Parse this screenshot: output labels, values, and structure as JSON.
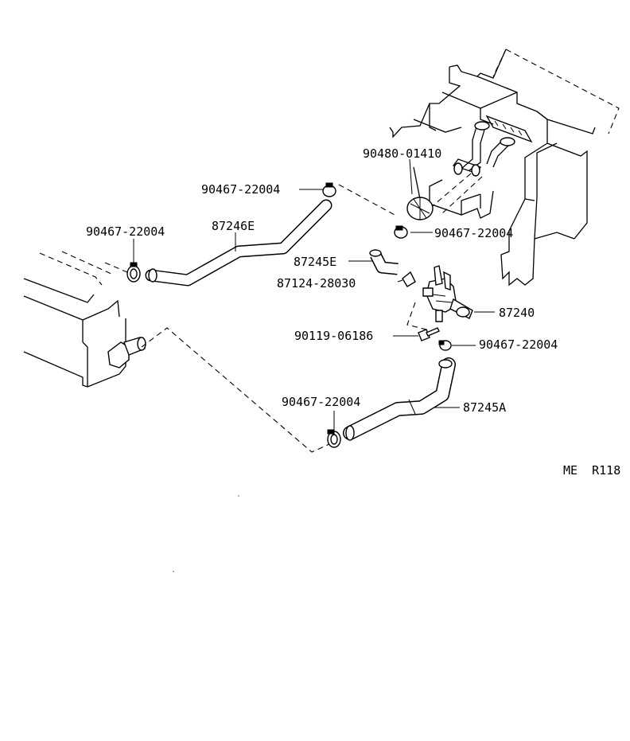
{
  "diagram": {
    "code": "ME  R118",
    "callouts": {
      "heater_unit_clamp_bolt": "90480-01410",
      "clamp_upper": "90467-22004",
      "clamp_left": "90467-22004",
      "hose_upper": "87246E",
      "clamp_valve_top": "90467-22004",
      "hose_short": "87245E",
      "clamp_small": "87124-28030",
      "water_valve": "87240",
      "bolt": "90119-06186",
      "clamp_valve_bottom": "90467-22004",
      "clamp_lower": "90467-22004",
      "hose_lower": "87245A"
    }
  }
}
